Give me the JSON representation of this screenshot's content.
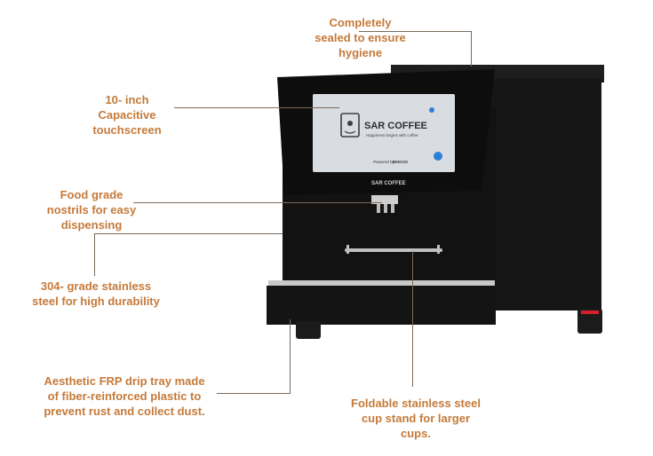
{
  "callouts": {
    "sealed": {
      "line1": "Completely",
      "line2": "sealed to ensure",
      "line3": "hygiene"
    },
    "touchscreen": {
      "line1": "10- inch",
      "line2": "Capacitive",
      "line3": "touchscreen"
    },
    "nostrils": {
      "line1": "Food grade",
      "line2": "nostrils for easy",
      "line3": "dispensing"
    },
    "steel": {
      "line1": "304- grade stainless",
      "line2": "steel for high durability"
    },
    "drip_tray": {
      "line1": "Aesthetic FRP drip tray made",
      "line2": "of fiber-reinforced plastic to",
      "line3": "prevent rust and collect dust."
    },
    "cup_stand": {
      "line1": "Foldable stainless steel",
      "line2": "cup stand for larger",
      "line3": "cups."
    }
  },
  "screen": {
    "brand": "SAR COFFEE",
    "tagline": "Happiness begins with coffee",
    "powered": "Powered by",
    "powered_brand": "MOKOS"
  },
  "machine_logo": "SAR COFFEE",
  "colors": {
    "label": "#c57a3a",
    "machine": "#151515",
    "accent": "#d4202a"
  }
}
